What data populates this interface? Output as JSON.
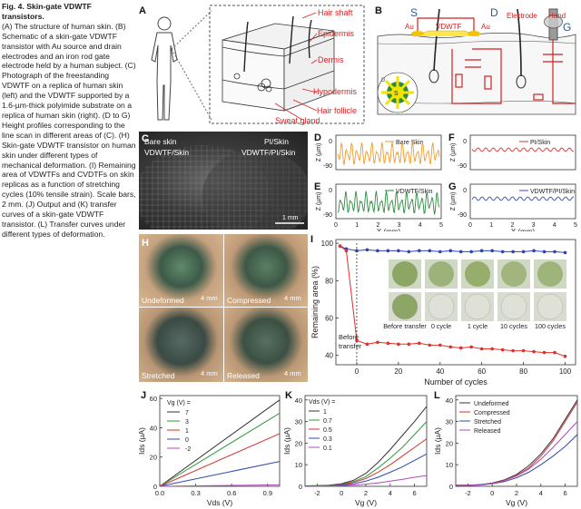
{
  "caption": {
    "title": "Fig. 4. Skin-gate VDWTF transistors.",
    "body": "(A) The structure of human skin. (B) Schematic of a skin-gate VDWTF transistor with Au source and drain electrodes and an iron rod gate electrode held by a human subject. (C) Photograph of the freestanding VDWTF on a replica of human skin (left) and the VDWTF supported by a 1.6-µm-thick polyimide substrate on a replica of human skin (right). (D to G) Height profiles corresponding to the line scan in different areas of (C). (H) Skin-gate VDWTF transistor on human skin under different types of mechanical deformation. (I) Remaining area of VDWTFs and CVDTFs on skin replicas as a function of stretching cycles (10% tensile strain). Scale bars, 2 mm. (J) Output and (K) transfer curves of a skin-gate VDWTF transistor. (L) Transfer curves under different types of deformation."
  },
  "panels": {
    "A": "A",
    "B": "B",
    "C": "C",
    "D": "D",
    "E": "E",
    "F": "F",
    "G": "G",
    "H": "H",
    "I": "I",
    "J": "J",
    "K": "K",
    "L": "L"
  },
  "panelA": {
    "labels": [
      "Hair shaft",
      "Epidermis",
      "Dermis",
      "Hypodermis",
      "Hair follicle",
      "Sweat gland"
    ]
  },
  "panelB": {
    "S": "S",
    "D": "D",
    "G": "G",
    "au1": "Au",
    "au2": "Au",
    "vdwtf": "VDWTF",
    "electrode": "Electrode",
    "hand": "Hand"
  },
  "panelC": {
    "bare": "Bare skin",
    "vdwtf": "VDWTF/Skin",
    "pi": "PI/Skin",
    "vdwtfpi": "VDWTF/PI/Skin",
    "scale": "1 mm"
  },
  "panelH": {
    "undeformed": "Undeformed",
    "compressed": "Compressed",
    "stretched": "Stretched",
    "released": "Released",
    "scale": "4 mm"
  },
  "profiles": {
    "ylabel": "Z (µm)",
    "xlabel": "X (mm)",
    "yticks": [
      "0",
      "-90"
    ],
    "xticks": [
      "0",
      "1",
      "2",
      "3",
      "4",
      "5"
    ],
    "D": {
      "name": "Bare Skin",
      "color": "#f39a2b"
    },
    "E": {
      "name": "VDWTF/Skin",
      "color": "#2c8a3c"
    },
    "F": {
      "name": "PI/Skin",
      "color": "#e03030"
    },
    "G": {
      "name": "VDWTF/PI/Skin",
      "color": "#3a4fb0"
    }
  },
  "chart_data": [
    {
      "type": "line",
      "panel": "I",
      "xlabel": "Number of cycles",
      "ylabel": "Remaining area (%)",
      "xlim": [
        -10,
        105
      ],
      "ylim": [
        35,
        102
      ],
      "xticks": [
        0,
        20,
        40,
        60,
        80,
        100
      ],
      "yticks": [
        40,
        60,
        80,
        100
      ],
      "annotation": "Before transfer",
      "insets": [
        "Before transfer",
        "0 cycle",
        "1 cycle",
        "10 cycles",
        "100 cycles"
      ],
      "series": [
        {
          "color": "#2d44b8",
          "x": [
            -8,
            -5,
            0,
            5,
            10,
            15,
            20,
            25,
            30,
            35,
            40,
            45,
            50,
            55,
            60,
            65,
            70,
            75,
            80,
            85,
            90,
            95,
            100
          ],
          "y": [
            98.5,
            97,
            96,
            96.5,
            96,
            96,
            96,
            95.5,
            96,
            96,
            95.5,
            96,
            95.5,
            95.5,
            96,
            96,
            95.5,
            95.5,
            95.5,
            96,
            95.5,
            95.5,
            95
          ]
        },
        {
          "color": "#e0302a",
          "x": [
            -8,
            -5,
            0,
            5,
            10,
            15,
            20,
            25,
            30,
            35,
            40,
            45,
            50,
            55,
            60,
            65,
            70,
            75,
            80,
            85,
            90,
            95,
            100
          ],
          "y": [
            98.5,
            96,
            48,
            46,
            47,
            46.5,
            46,
            46,
            46.5,
            45.5,
            45.5,
            44.5,
            44,
            44.5,
            43.5,
            43.5,
            43,
            42.5,
            42.5,
            42,
            41.5,
            41.5,
            39.5
          ]
        }
      ]
    },
    {
      "type": "line",
      "panel": "J",
      "xlabel": "Vds (V)",
      "ylabel": "Ids (µA)",
      "legend_title": "Vg (V) =",
      "xlim": [
        0,
        1
      ],
      "ylim": [
        0,
        62
      ],
      "xticks": [
        "0.0",
        "0.3",
        "0.6",
        "0.9"
      ],
      "yticks": [
        "0",
        "20",
        "40",
        "60"
      ],
      "series": [
        {
          "name": "7",
          "color": "#333333",
          "x": [
            0,
            1
          ],
          "y": [
            0,
            59
          ]
        },
        {
          "name": "3",
          "color": "#2f9a3a",
          "x": [
            0,
            1
          ],
          "y": [
            0,
            50
          ]
        },
        {
          "name": "1",
          "color": "#d93030",
          "x": [
            0,
            1
          ],
          "y": [
            0,
            36
          ]
        },
        {
          "name": "0",
          "color": "#3048b0",
          "x": [
            0,
            1
          ],
          "y": [
            0,
            17
          ]
        },
        {
          "name": "-2",
          "color": "#b04aba",
          "x": [
            0,
            1
          ],
          "y": [
            0,
            1
          ]
        }
      ]
    },
    {
      "type": "line",
      "panel": "K",
      "xlabel": "Vg (V)",
      "ylabel": "Ids (µA)",
      "legend_title": "Vds (V) =",
      "xlim": [
        -3,
        7
      ],
      "ylim": [
        0,
        42
      ],
      "xticks": [
        "-2",
        "0",
        "2",
        "4",
        "6"
      ],
      "yticks": [
        "0",
        "10",
        "20",
        "30",
        "40"
      ],
      "series": [
        {
          "name": "1",
          "color": "#333333",
          "x": [
            -3,
            -2,
            -1,
            0,
            1,
            2,
            3,
            4,
            5,
            6,
            7
          ],
          "y": [
            0.2,
            0.3,
            0.5,
            1.2,
            2.8,
            6,
            11,
            17,
            23.5,
            30,
            37
          ]
        },
        {
          "name": "0.7",
          "color": "#2f9a3a",
          "x": [
            -3,
            -2,
            -1,
            0,
            1,
            2,
            3,
            4,
            5,
            6,
            7
          ],
          "y": [
            0.2,
            0.3,
            0.4,
            1,
            2.2,
            4.5,
            8.5,
            13,
            18,
            24,
            30
          ]
        },
        {
          "name": "0.5",
          "color": "#d93030",
          "x": [
            -3,
            -2,
            -1,
            0,
            1,
            2,
            3,
            4,
            5,
            6,
            7
          ],
          "y": [
            0.2,
            0.2,
            0.3,
            0.8,
            1.8,
            3.6,
            6.5,
            10,
            14,
            18,
            22
          ]
        },
        {
          "name": "0.3",
          "color": "#3048b0",
          "x": [
            -3,
            -2,
            -1,
            0,
            1,
            2,
            3,
            4,
            5,
            6,
            7
          ],
          "y": [
            0.1,
            0.2,
            0.3,
            0.5,
            1.2,
            2.4,
            4.2,
            6.5,
            9,
            12,
            15
          ]
        },
        {
          "name": "0.1",
          "color": "#b04aba",
          "x": [
            -3,
            -2,
            -1,
            0,
            1,
            2,
            3,
            4,
            5,
            6,
            7
          ],
          "y": [
            0.1,
            0.1,
            0.2,
            0.3,
            0.6,
            1,
            1.6,
            2.4,
            3.2,
            4.2,
            5
          ]
        }
      ]
    },
    {
      "type": "line",
      "panel": "L",
      "xlabel": "Vg (V)",
      "ylabel": "Ids (µA)",
      "xlim": [
        -3,
        7
      ],
      "ylim": [
        0,
        42
      ],
      "xticks": [
        "-2",
        "0",
        "2",
        "4",
        "6"
      ],
      "yticks": [
        "0",
        "10",
        "20",
        "30",
        "40"
      ],
      "series": [
        {
          "name": "Undeformed",
          "color": "#333333",
          "x": [
            -3,
            -2,
            -1,
            0,
            1,
            2,
            3,
            4,
            5,
            6,
            7
          ],
          "y": [
            0.5,
            0.5,
            0.8,
            1.5,
            3,
            5.5,
            9.5,
            15,
            22,
            31,
            40
          ]
        },
        {
          "name": "Compressed",
          "color": "#d93030",
          "x": [
            -3,
            -2,
            -1,
            0,
            1,
            2,
            3,
            4,
            5,
            6,
            7
          ],
          "y": [
            0.4,
            0.5,
            0.7,
            1.4,
            2.8,
            5,
            8.5,
            14,
            21,
            30,
            39
          ]
        },
        {
          "name": "Stretched",
          "color": "#3048b0",
          "x": [
            -3,
            -2,
            -1,
            0,
            1,
            2,
            3,
            4,
            5,
            6,
            7
          ],
          "y": [
            0.3,
            0.4,
            0.6,
            1.2,
            2.2,
            4,
            6.5,
            10,
            14,
            18.5,
            24
          ]
        },
        {
          "name": "Released",
          "color": "#b04aba",
          "x": [
            -3,
            -2,
            -1,
            0,
            1,
            2,
            3,
            4,
            5,
            6,
            7
          ],
          "y": [
            0.4,
            0.5,
            0.7,
            1.3,
            2.6,
            4.8,
            8,
            12.5,
            18,
            24,
            30
          ]
        }
      ]
    }
  ]
}
